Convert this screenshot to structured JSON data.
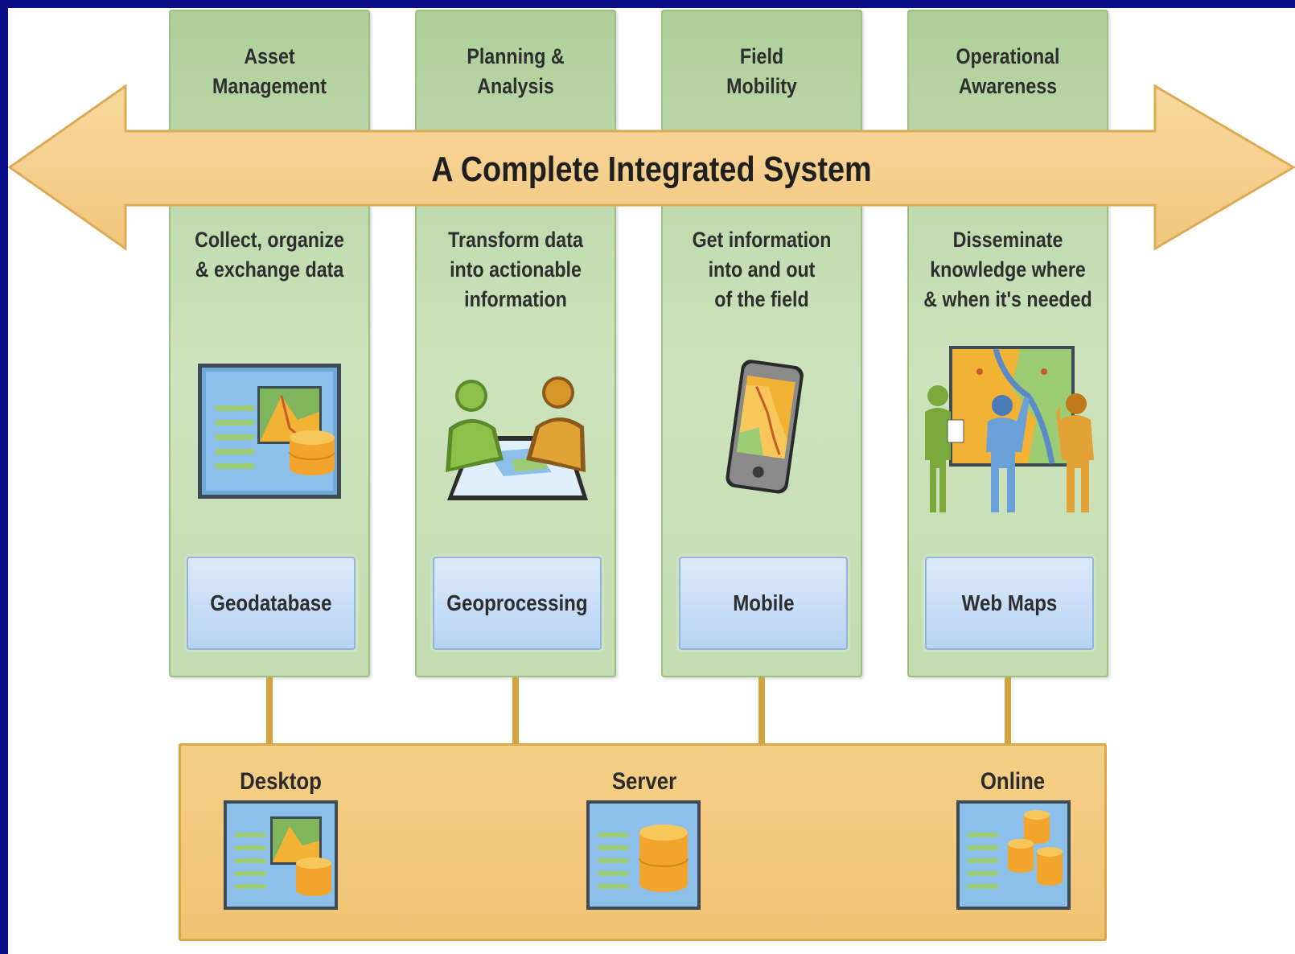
{
  "banner": {
    "title": "A Complete Integrated System"
  },
  "columns": [
    {
      "title": "Asset\nManagement",
      "description": "Collect, organize\n& exchange data",
      "component": "Geodatabase",
      "icon": "geodatabase-icon"
    },
    {
      "title": "Planning &\nAnalysis",
      "description": "Transform data\ninto actionable\ninformation",
      "component": "Geoprocessing",
      "icon": "people-at-map-table-icon"
    },
    {
      "title": "Field\nMobility",
      "description": "Get information\ninto and out\nof the field",
      "component": "Mobile",
      "icon": "mobile-phone-icon"
    },
    {
      "title": "Operational\nAwareness",
      "description": "Disseminate\nknowledge where\n& when it's needed",
      "component": "Web Maps",
      "icon": "people-at-wall-map-icon"
    }
  ],
  "platforms": [
    {
      "label": "Desktop",
      "icon": "desktop-icon"
    },
    {
      "label": "Server",
      "icon": "server-database-icon"
    },
    {
      "label": "Online",
      "icon": "online-databases-icon"
    }
  ],
  "colors": {
    "frame": "#0a0f8a",
    "column_green": "#c3dcb1",
    "arrow_tan": "#f5cf87",
    "box_blue": "#b7d3f2",
    "platform_orange": "#f0c274"
  }
}
